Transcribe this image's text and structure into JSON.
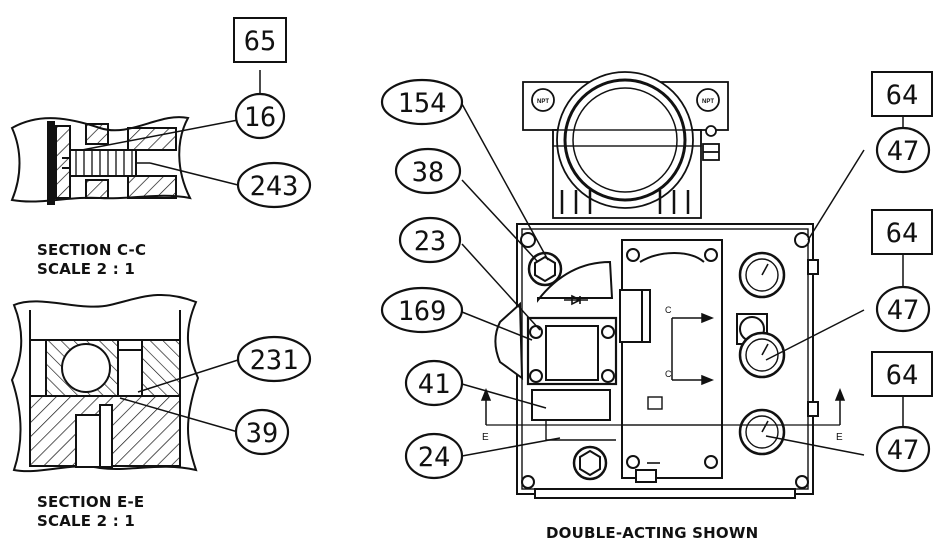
{
  "diagram": {
    "callouts_round": {
      "c16": "16",
      "c243": "243",
      "c231": "231",
      "c39": "39",
      "c154": "154",
      "c38": "38",
      "c23": "23",
      "c169": "169",
      "c41": "41",
      "c24": "24",
      "c47a": "47",
      "c47b": "47",
      "c47c": "47"
    },
    "callouts_box": {
      "b65": "65",
      "b64a": "64",
      "b64b": "64",
      "b64c": "64"
    },
    "labels": {
      "section_cc_title": "SECTION C-C",
      "section_cc_scale": "SCALE 2 : 1",
      "section_ee_title": "SECTION E-E",
      "section_ee_scale": "SCALE 2 : 1",
      "main_caption": "DOUBLE-ACTING SHOWN",
      "section_mark_c": "C",
      "section_mark_e": "E",
      "npt": "NPT"
    }
  }
}
